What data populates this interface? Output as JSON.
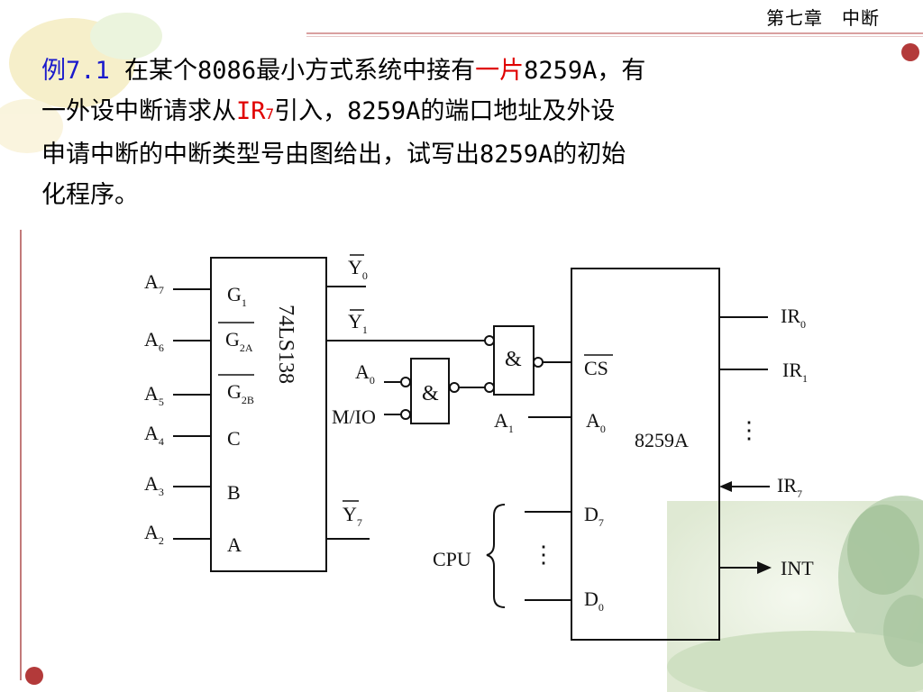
{
  "header": {
    "chapter_title": "第七章　中断"
  },
  "problem": {
    "label": "例7.1",
    "line1_a": "在某个8086最小方式系统中接有",
    "line1_red": "一片",
    "line1_b": "8259A，有",
    "line2_a": "一外设中断请求从",
    "line2_ir": "IR",
    "line2_ir_sub": "7",
    "line2_b": "引入，8259A的端口地址及外设",
    "line3": "申请中断的中断类型号由图给出，试写出8259A的初始",
    "line4": "化程序。"
  },
  "decoder": {
    "name": "74LS138",
    "inputs": [
      {
        "pin": "A",
        "sub": "7",
        "port": "G",
        "port_sub": "1"
      },
      {
        "pin": "A",
        "sub": "6",
        "port": "G",
        "port_sub": "2A"
      },
      {
        "pin": "A",
        "sub": "5",
        "port": "G",
        "port_sub": "2B"
      },
      {
        "pin": "A",
        "sub": "4",
        "port": "C",
        "port_sub": ""
      },
      {
        "pin": "A",
        "sub": "3",
        "port": "B",
        "port_sub": ""
      },
      {
        "pin": "A",
        "sub": "2",
        "port": "A",
        "port_sub": ""
      }
    ],
    "outputs": [
      {
        "name": "Y",
        "sub": "0"
      },
      {
        "name": "Y",
        "sub": "1"
      },
      {
        "name": "Y",
        "sub": "7"
      }
    ]
  },
  "gates": {
    "symbol": "&",
    "gate1_in_a0": "A",
    "gate1_in_a0_sub": "0",
    "gate1_in_mio": "M/IO"
  },
  "pic": {
    "name": "8259A",
    "cs": "CS",
    "a0": "A",
    "a0_sub": "0",
    "a1": "A",
    "a1_sub": "1",
    "d7": "D",
    "d7_sub": "7",
    "d0": "D",
    "d0_sub": "0",
    "cpu": "CPU",
    "ir0": "IR",
    "ir0_sub": "0",
    "ir1": "IR",
    "ir1_sub": "1",
    "ir7": "IR",
    "ir7_sub": "7",
    "int": "INT",
    "ellipsis": "⋮"
  }
}
